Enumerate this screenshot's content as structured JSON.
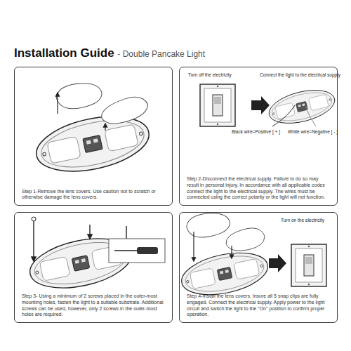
{
  "diagram": {
    "title": "Installation Guide",
    "nodes": [
      {
        "text": [
          "Step 1-Remove the lens covers. Use caution not to scratch or otherwise damage the lens covers."
        ]
      },
      {
        "text": [
          "Step 2-Disconnect the electrical supply. Failure to do so may result in personal injury. In accordance with all applicable codes connect the light to the electrical supply. The wires must be connected using the correct polarity or the light will not function."
        ]
      },
      {
        "text": [
          "Step 3- Using a minimum of 2 screws placed in the outer-most mounting holes, fasten the light to a suitable substrate. Additional screws can be used, however, only 2 screws in the outer-most holes are required."
        ]
      },
      {
        "text": [
          "Step 4-Install the lens covers. Insure all 5 snap clips are fully engaged. Connect the electrical supply. Apply power to the light circuit and switch the light to the \"On\" position to confirm proper operation."
        ]
      }
    ],
    "labels": [
      "- Double Pancake Light",
      "Turn off the electricity",
      "Connect the light to the electrical supply",
      "Black wire=Positive [ + ]",
      "White wire=Negative [ - ]",
      "Turn on the electricity"
    ]
  }
}
